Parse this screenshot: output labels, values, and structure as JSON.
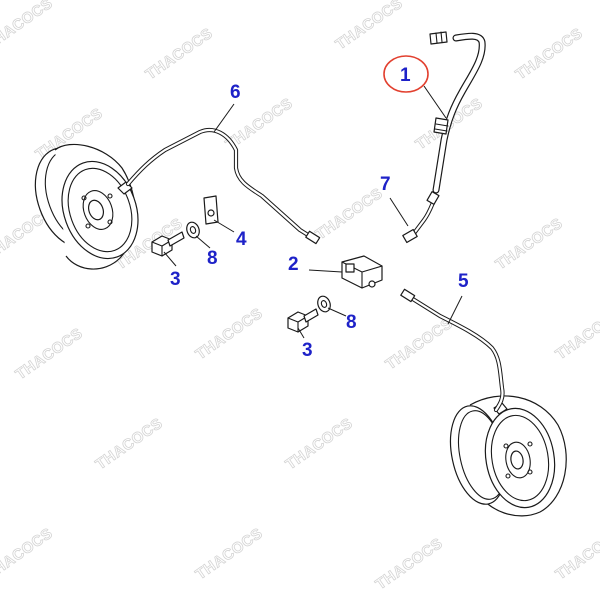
{
  "watermark": {
    "text": "THACOCS",
    "color": "#d4d4d4"
  },
  "callouts": [
    {
      "id": "1",
      "label": "1",
      "circled": true,
      "circle_color": "#e2402f"
    },
    {
      "id": "2",
      "label": "2"
    },
    {
      "id": "3a",
      "label": "3"
    },
    {
      "id": "3b",
      "label": "3"
    },
    {
      "id": "4",
      "label": "4"
    },
    {
      "id": "5",
      "label": "5"
    },
    {
      "id": "6",
      "label": "6"
    },
    {
      "id": "7",
      "label": "7"
    },
    {
      "id": "8a",
      "label": "8"
    },
    {
      "id": "8b",
      "label": "8"
    }
  ],
  "colors": {
    "callout_text": "#1e22c8",
    "line_art": "#1a1a1a",
    "highlight_circle": "#e2402f"
  }
}
